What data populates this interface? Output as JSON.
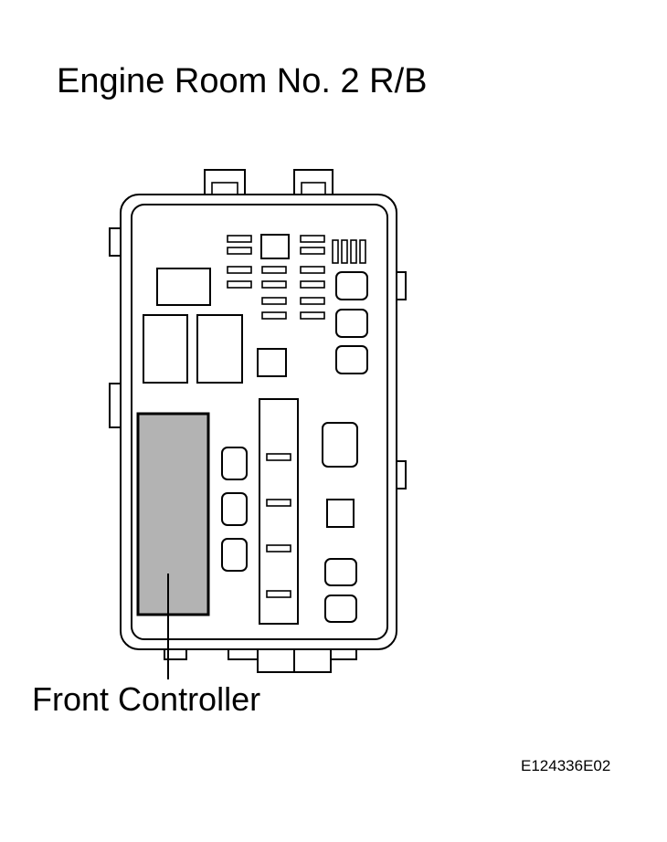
{
  "title": "Engine Room No. 2 R/B",
  "callout": {
    "label": "Front Controller"
  },
  "figure_id": "E124336E02",
  "colors": {
    "highlight": "#b3b3b3",
    "line": "#000000",
    "background": "#ffffff"
  }
}
